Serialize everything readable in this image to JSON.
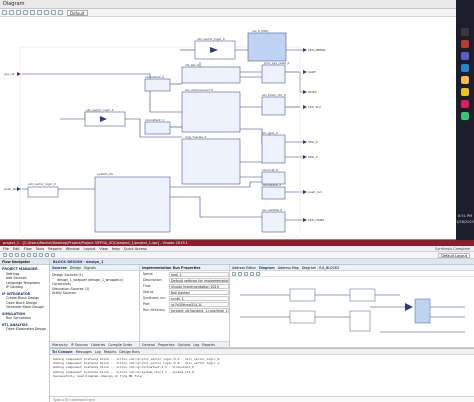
{
  "top_window": {
    "title": "Diagram",
    "layout_select": "Default",
    "blocks": {
      "vio": "vio_0 (VIO)",
      "util_vector_logic_0": "util_vector_logic_0",
      "util_vector_logic_1": "util_vector_logic_1",
      "util_vector_logic_2": "util_vector_logic_2",
      "clk_wiz": "clk_wiz_0",
      "rst": "proc_sys_reset_0",
      "xlconstant_0": "xlconstant_0",
      "xlconstant_1": "xlconstant_1",
      "xlconstant_2": "xlconstant_2",
      "bram": "axi_bram_ctrl_0",
      "memory": "axi_interconnect_0",
      "gpio": "axi_gpio_0",
      "mig": "mig_7series_0",
      "ila": "system_ila",
      "uart": "axi_uartlite_0",
      "xlconcat": "xlconcat_0"
    },
    "ports": {
      "in_1": "sys_clk",
      "in_2": "push_btn",
      "out_1": "LED_NEBRA",
      "out_2": "UART",
      "out_3": "DDR3",
      "out_4": "LED_SL2",
      "out_5": "SEG_0",
      "out_6": "SEG_1",
      "out_7": "push_rsd",
      "out_8": "LED_DSPM"
    }
  },
  "taskbar": {
    "time": "8:51 PM",
    "date": "1/26/2023",
    "apps": [
      {
        "icon": "terminal-icon",
        "color": "#3a3a3a"
      },
      {
        "icon": "vivado-icon",
        "color": "#c0392b"
      },
      {
        "icon": "teams-icon",
        "color": "#5b5fc7"
      },
      {
        "icon": "vscode-icon",
        "color": "#1f8ad2"
      },
      {
        "icon": "chrome-icon",
        "color": "#f2b84b"
      },
      {
        "icon": "files-icon",
        "color": "#f1c40f"
      },
      {
        "icon": "slack-icon",
        "color": "#e01e5a"
      },
      {
        "icon": "store-icon",
        "color": "#2ecc71"
      }
    ]
  },
  "bottom_window": {
    "title": "project_1 - [C:/Users/Rachel/Desktop/Project/Project 3/FPGA_SOC/project_1/project_1.xpr] - Vivado 2019.1",
    "menu": [
      "File",
      "Edit",
      "Flow",
      "Tools",
      "Reports",
      "Window",
      "Layout",
      "View",
      "Help",
      "Quick Access"
    ],
    "status": "Synthesis Complete",
    "layout": "Default Layout",
    "flow_navigator": {
      "header": "Flow Navigator",
      "sections": [
        {
          "title": "PROJECT MANAGER",
          "items": [
            "Settings",
            "Add Sources",
            "Language Templates",
            "IP Catalog"
          ]
        },
        {
          "title": "IP INTEGRATOR",
          "items": [
            "Create Block Design",
            "Open Block Design",
            "Generate Block Design"
          ]
        },
        {
          "title": "SIMULATION",
          "items": [
            "Run Simulation"
          ]
        },
        {
          "title": "RTL ANALYSIS",
          "items": [
            "Open Elaborated Design"
          ]
        }
      ]
    },
    "block_design_header": "BLOCK DESIGN - design_1",
    "sources": {
      "tabs": [
        "Sources",
        "Design",
        "Signals"
      ],
      "tree": [
        "Design Sources (1)",
        "design_1_wrapper (design_1_wrapper.v)",
        "Constraints",
        "Simulation Sources (1)",
        "Utility Sources"
      ],
      "bottom_tabs": [
        "Hierarchy",
        "IP Sources",
        "Libraries",
        "Compile Order"
      ]
    },
    "properties": {
      "title": "Implementation Run Properties",
      "rows": [
        {
          "k": "Name",
          "v": "impl_1"
        },
        {
          "k": "Description",
          "v": "Default settings for implementation"
        },
        {
          "k": "Flow",
          "v": "Vivado Implementation 2019"
        },
        {
          "k": "Status",
          "v": "Not started"
        },
        {
          "k": "Synthesis run",
          "v": "synth_1"
        },
        {
          "k": "Part",
          "v": "xc7a35ticsg324-1L"
        },
        {
          "k": "Run directory",
          "v": "[project_dir]/project_1.runs/impl_1"
        }
      ],
      "bottom_tabs": [
        "General",
        "Properties",
        "Options",
        "Log",
        "Reports"
      ]
    },
    "diagram_tabs": [
      "Address Editor",
      "Diagram",
      "Address Map",
      "Diagram - ILA_BLOCKS"
    ],
    "console": {
      "tabs": [
        "Tcl Console",
        "Messages",
        "Log",
        "Reports",
        "Design Runs"
      ],
      "lines": [
        "Adding component instance block -- xilinx.com:ip:util_vector_logic:2.0 - util_vector_logic_0",
        "Adding component instance block -- xilinx.com:ip:util_vector_logic:2.0 - util_vector_logic_1",
        "Adding component instance block -- xilinx.com:ip:xlconstant:1.1 - xlconstant_0",
        "Adding component instance block -- xilinx.com:ip:system_ila:1.1 - system_ila_0",
        "Successfully read diagram <design_1> from BD file"
      ],
      "input_placeholder": "Type a Tcl command here"
    }
  }
}
